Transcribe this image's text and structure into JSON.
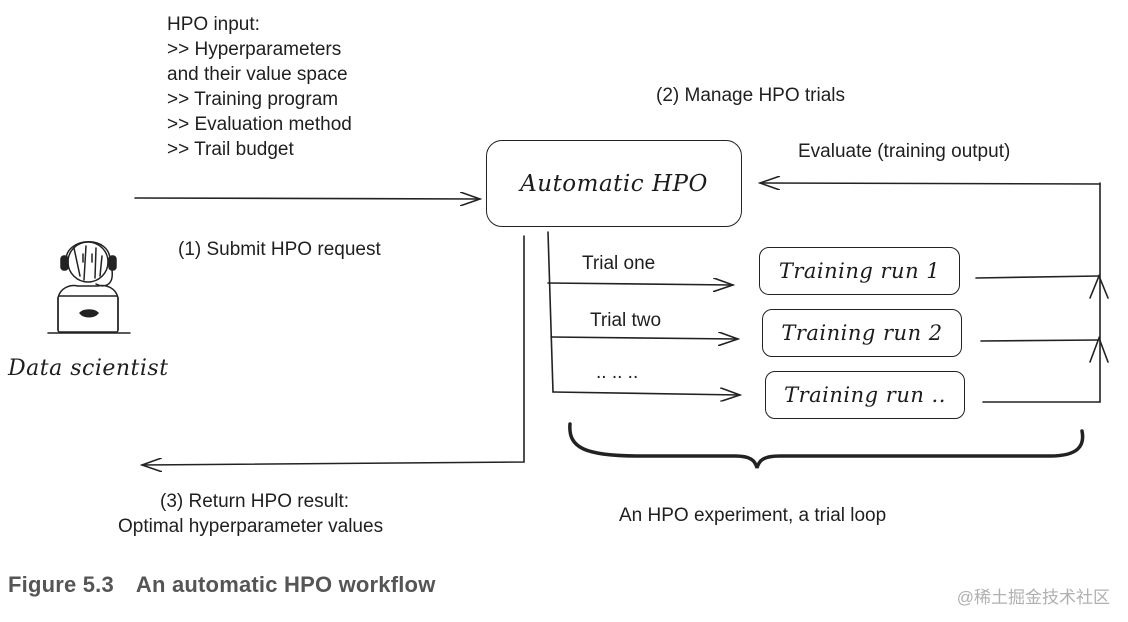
{
  "hpo_input": {
    "title": "HPO input:",
    "lines": [
      ">> Hyperparameters",
      "and their value space",
      ">> Training program",
      ">> Evaluation method",
      ">> Trail budget"
    ]
  },
  "labels": {
    "manage": "(2) Manage HPO trials",
    "evaluate": "Evaluate (training output)",
    "submit": "(1) Submit HPO request",
    "trial_one": "Trial one",
    "trial_two": "Trial two",
    "trial_more": ".. .. ..",
    "return_line1": "(3) Return HPO result:",
    "return_line2": "Optimal hyperparameter values",
    "experiment": "An HPO experiment, a trial loop",
    "actor": "Data scientist"
  },
  "boxes": {
    "automatic": "Automatic HPO",
    "run1": "Training run 1",
    "run2": "Training run 2",
    "run3": "Training run .."
  },
  "caption": {
    "number": "Figure 5.3",
    "text": "An automatic HPO workflow"
  },
  "watermark": "@稀土掘金技术社区",
  "colors": {
    "ink": "#1f1f1f",
    "caption": "#555555",
    "watermark": "#b0b0b0"
  }
}
